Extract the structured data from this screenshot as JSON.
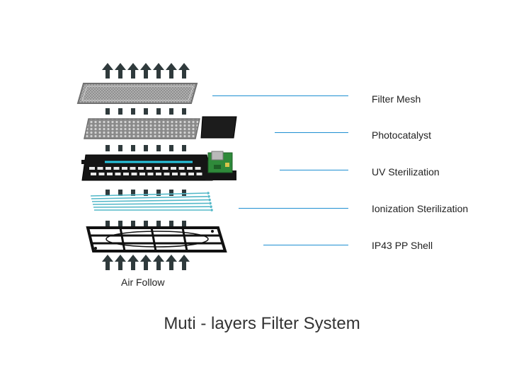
{
  "layers": [
    {
      "key": "filter-mesh",
      "label": "Filter Mesh"
    },
    {
      "key": "photocatalyst",
      "label": "Photocatalyst"
    },
    {
      "key": "uv-sterilization",
      "label": "UV Sterilization"
    },
    {
      "key": "ionization-sterilization",
      "label": "Ionization Sterilization"
    },
    {
      "key": "pp-shell",
      "label": "IP43 PP Shell"
    }
  ],
  "air_label": "Air Follow",
  "title": "Muti - layers Filter System",
  "colors": {
    "leader": "#1e8fd2",
    "arrow": "#2f3a3c",
    "uv_glow": "#27c6e0",
    "pcb": "#2f8a3a",
    "ion_wire": "#53b8c8",
    "mesh": "#9a9a9a"
  },
  "icons": {
    "up_arrow": "up-arrow-icon"
  }
}
